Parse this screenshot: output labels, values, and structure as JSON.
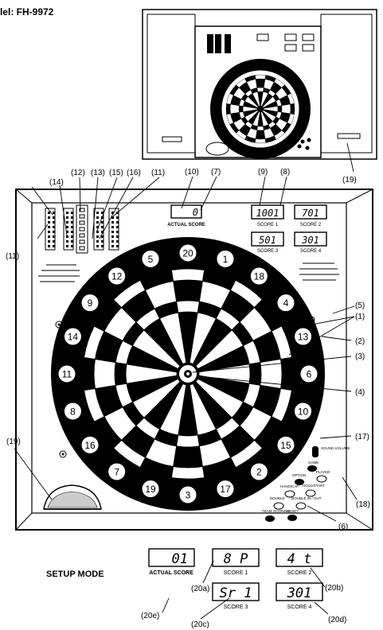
{
  "model_label": "lel: FH-9972",
  "callouts": {
    "c1": "(1)",
    "c2": "(2)",
    "c3": "(3)",
    "c4": "(4)",
    "c5": "(5)",
    "c6": "(6)",
    "c7": "(7)",
    "c8": "(8)",
    "c9": "(9)",
    "c10": "(10)",
    "c11a": "(11)",
    "c11b": "(11)",
    "c12": "(12)",
    "c13": "(13)",
    "c14": "(14)",
    "c15": "(15)",
    "c16": "(16)",
    "c17": "(17)",
    "c18": "(18)",
    "c19a": "(19)",
    "c19b": "(19)",
    "c20a": "(20a)",
    "c20b": "(20b)",
    "c20c": "(20c)",
    "c20d": "(20d)",
    "c20e": "(20e)"
  },
  "board_displays": {
    "actual": {
      "value": "0",
      "label": "ACTUAL SCORE"
    },
    "score1": {
      "value": "1001",
      "label": "SCORE 1"
    },
    "score2": {
      "value": "701",
      "label": "SCORE 2"
    },
    "score3": {
      "value": "501",
      "label": "SCORE 3"
    },
    "score4": {
      "value": "301",
      "label": "SCORE 4"
    }
  },
  "numbers": [
    "20",
    "1",
    "18",
    "4",
    "13",
    "6",
    "10",
    "15",
    "2",
    "17",
    "3",
    "19",
    "7",
    "16",
    "8",
    "11",
    "14",
    "9",
    "12",
    "5"
  ],
  "buttons": {
    "sound": "SOUND VOLUME",
    "game": "GAME",
    "option": "OPTION",
    "player": "PLAYER",
    "handicap": "HANDICAP",
    "hold": "HOLD/START",
    "double": "DOUBLE",
    "double_in_out": "DOUBLE IN / OUT",
    "team": "TEAM SCORING",
    "reset": "RESET"
  },
  "setup": {
    "title": "SETUP MODE",
    "actual": {
      "value": "_01",
      "label": "ACTUAL SCORE"
    },
    "score1": {
      "value": "8_P",
      "label": "SCORE 1"
    },
    "score2": {
      "value": "4_t",
      "label": "SCORE 2"
    },
    "score3": {
      "value": "Sr 1",
      "label": "SCORE 3"
    },
    "score4": {
      "value": "301",
      "label": "SCORE 4"
    }
  }
}
